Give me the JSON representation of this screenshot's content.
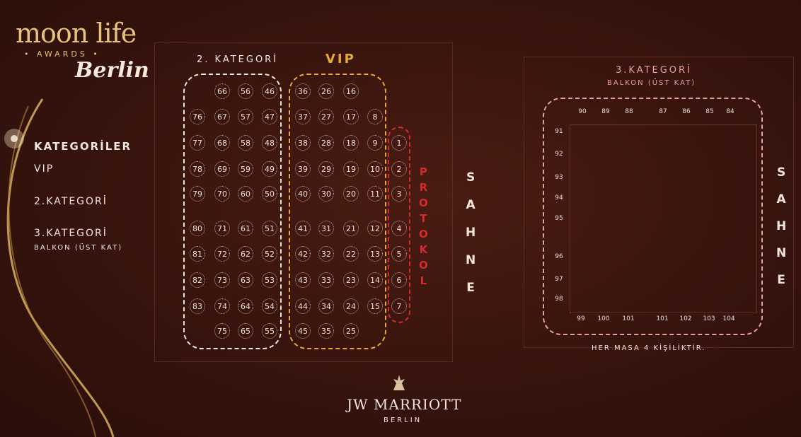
{
  "logo": {
    "main": "moon life",
    "sub": "• AWARDS •",
    "city": "Berlin"
  },
  "legend": {
    "title": "KATEGORİLER",
    "vip": "VIP",
    "cat2": "2.KATEGORİ",
    "cat3": "3.KATEGORİ",
    "cat3_sub": "BALKON (ÜST KAT)"
  },
  "floor": {
    "cat2_label": "2. KATEGORİ",
    "vip_label": "VIP",
    "protokol": [
      "P",
      "R",
      "O",
      "T",
      "O",
      "K",
      "O",
      "L"
    ],
    "stage": [
      "S",
      "A",
      "H",
      "N",
      "E"
    ],
    "cat3_label": "3.KATEGORİ",
    "cat3_sub": "BALKON (ÜST KAT)",
    "note": "HER MASA 4 KİŞİLİKTİR."
  },
  "colors": {
    "cat2": "#f0e8dc",
    "vip": "#e7a93c",
    "protokol": "#d42c2c",
    "cat3": "#e8a0a0",
    "gold": "#e6c27a"
  },
  "tables": {
    "cat2_rows": [
      [
        "",
        "66",
        "56",
        "46"
      ],
      [
        "76",
        "67",
        "57",
        "47"
      ],
      [
        "77",
        "68",
        "58",
        "48"
      ],
      [
        "78",
        "69",
        "59",
        "49"
      ],
      [
        "79",
        "70",
        "60",
        "50"
      ],
      [
        "80",
        "71",
        "61",
        "51"
      ],
      [
        "81",
        "72",
        "62",
        "52"
      ],
      [
        "82",
        "73",
        "63",
        "53"
      ],
      [
        "83",
        "74",
        "64",
        "54"
      ],
      [
        "",
        "75",
        "65",
        "55"
      ]
    ],
    "vip_rows": [
      [
        "36",
        "26",
        "16",
        ""
      ],
      [
        "37",
        "27",
        "17",
        "8"
      ],
      [
        "38",
        "28",
        "18",
        "9"
      ],
      [
        "39",
        "29",
        "19",
        "10"
      ],
      [
        "40",
        "30",
        "20",
        "11"
      ],
      [
        "41",
        "31",
        "21",
        "12"
      ],
      [
        "42",
        "32",
        "22",
        "13"
      ],
      [
        "43",
        "33",
        "23",
        "14"
      ],
      [
        "44",
        "34",
        "24",
        "15"
      ],
      [
        "45",
        "35",
        "25",
        ""
      ]
    ],
    "protokol_col": [
      "",
      "1",
      "2",
      "3",
      "4",
      "5",
      "6",
      "7",
      "",
      ""
    ],
    "balcony_top": [
      "90",
      "89",
      "88",
      "87",
      "86",
      "85",
      "84"
    ],
    "balcony_left": [
      "91",
      "92",
      "93",
      "94",
      "95",
      "96",
      "97",
      "98"
    ],
    "balcony_bottom": [
      "99",
      "100",
      "101",
      "101",
      "102",
      "103",
      "104"
    ]
  },
  "brand": {
    "name": "JW MARRIOTT",
    "city": "BERLIN",
    "icon": "griffin-icon"
  }
}
